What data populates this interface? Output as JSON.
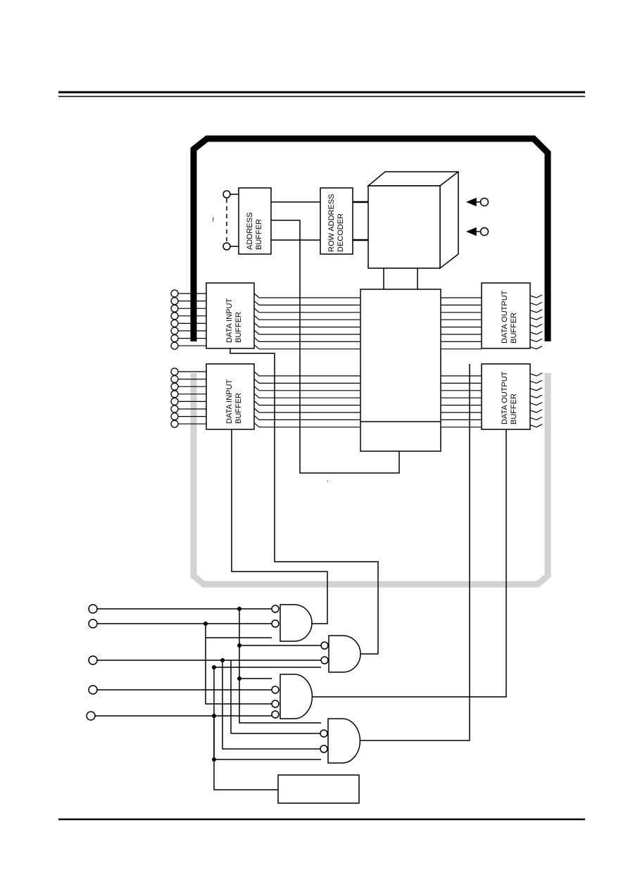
{
  "blocks": {
    "address_buffer": [
      "ADDRESS",
      "BUFFER"
    ],
    "row_address_decoder": [
      "ROW ADDRESS",
      "DECODER"
    ],
    "data_input_buffer_upper": [
      "DATA INPUT",
      "BUFFER"
    ],
    "data_input_buffer_lower": [
      "DATA INPUT",
      "BUFFER"
    ],
    "data_output_buffer_upper": [
      "DATA OUTPUT",
      "BUFFER"
    ],
    "data_output_buffer_lower": [
      "DATA OUTPUT",
      "BUFFER"
    ]
  },
  "marks": {
    "address_tilde": "~",
    "stray_dot": "."
  },
  "colors": {
    "ink": "#000000",
    "upper_bus": "#000000",
    "lower_bus": "#d2d2d2",
    "background": "#ffffff"
  }
}
